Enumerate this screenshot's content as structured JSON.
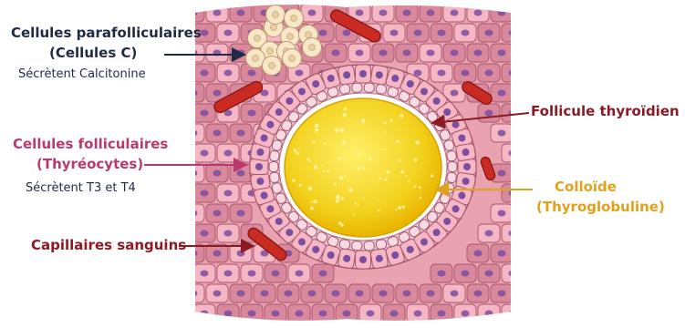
{
  "labels": {
    "parafollicular": {
      "title": "Cellules parafolliculaires",
      "subtitle": "(Cellules C)",
      "note": "Sécrètent Calcitonine",
      "color": "#1f2a44"
    },
    "follicular": {
      "title": "Cellules folliculaires",
      "subtitle": "(Thyréocytes)",
      "note": "Sécrètent T3 et T4",
      "color": "#b83a6e"
    },
    "capillaries": {
      "title": "Capillaires sanguins",
      "color": "#8b1a22"
    },
    "follicle": {
      "title": "Follicule thyroïdien",
      "color": "#8b1a22"
    },
    "colloid": {
      "title": "Colloïde",
      "subtitle": "(Thyroglobuline)",
      "color": "#e0a21c"
    }
  },
  "colors": {
    "tissue": "#e9a3b0",
    "tissue_dark": "#d9899b",
    "cell_fill": "#f4b7c3",
    "cell_stroke": "#a8566d",
    "nucleus": "#7b4ea0",
    "colloid": "#f3d21e",
    "colloid_edge": "#e8b400",
    "c_cell": "#f7e7c8",
    "blood": "#c92a22",
    "navy": "#1f2a44"
  }
}
